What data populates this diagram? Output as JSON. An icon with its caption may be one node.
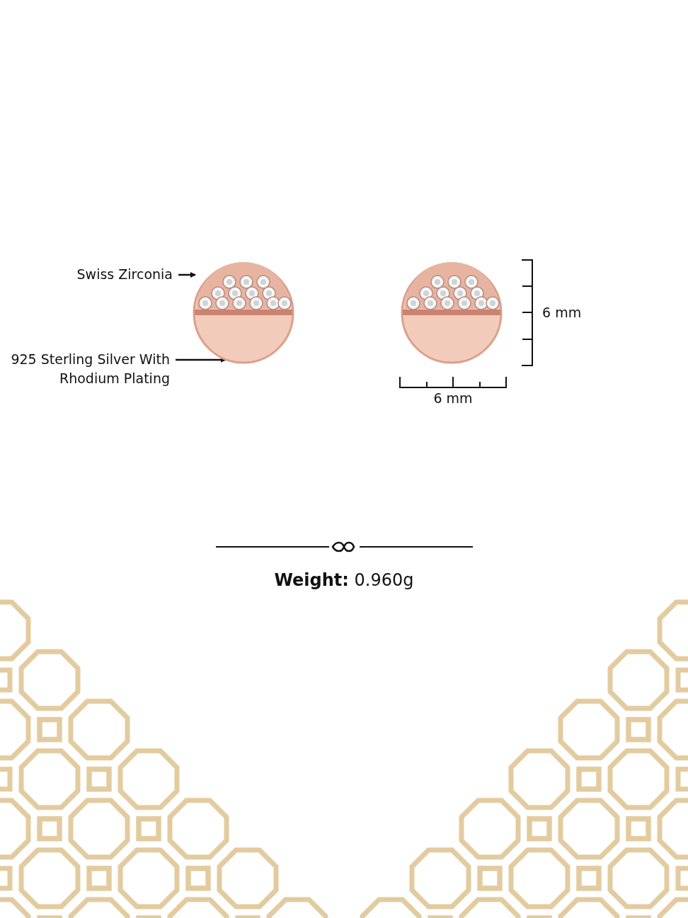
{
  "diagram": {
    "nodes": [
      {
        "text": [
          "Swiss Zirconia"
        ]
      },
      {
        "text": [
          "925 Sterling Silver With Rhodium Plating"
        ]
      },
      {
        "text": [],
        "shape": "picture"
      },
      {
        "text": [],
        "shape": "picture",
        "in": 2
      },
      {
        "text": [],
        "shape": "picture"
      }
    ],
    "edges": [
      {
        "from": 0,
        "to": 3,
        "arrow": "to"
      },
      {
        "from": 1,
        "to": 2,
        "arrow": "to"
      }
    ],
    "labels": [
      "6 mm",
      "6 mm",
      "**Weight:** 0.960g"
    ]
  }
}
